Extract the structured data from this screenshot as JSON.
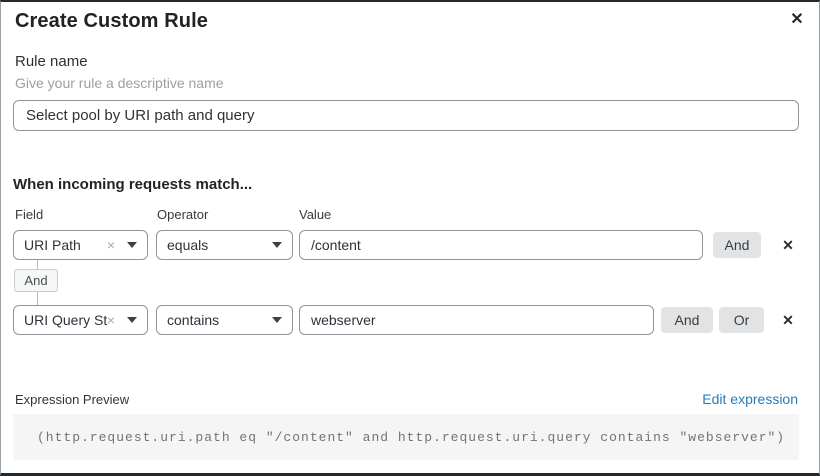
{
  "dialog": {
    "title": "Create Custom Rule"
  },
  "icons": {
    "close_glyph": "✕",
    "remove_glyph": "✕",
    "clear_glyph": "×"
  },
  "rule_name": {
    "label": "Rule name",
    "hint": "Give your rule a descriptive name",
    "value": "Select pool by URI path and query"
  },
  "match": {
    "heading": "When incoming requests match...",
    "columns": {
      "field": "Field",
      "operator": "Operator",
      "value": "Value"
    },
    "rows": [
      {
        "field": "URI Path",
        "operator": "equals",
        "value": "/content",
        "buttons": [
          "And"
        ]
      },
      {
        "field": "URI Query St...",
        "operator": "contains",
        "value": "webserver",
        "buttons": [
          "And",
          "Or"
        ]
      }
    ],
    "connector": "And"
  },
  "expression": {
    "label": "Expression Preview",
    "edit_link": "Edit expression",
    "code": "(http.request.uri.path eq \"/content\" and http.request.uri.query contains \"webserver\")"
  },
  "colors": {
    "link_blue": "#2d7bb4",
    "input_border": "#8f969c",
    "button_gray": "#e2e3e4",
    "code_background": "#f5f5f6",
    "code_text": "#717479",
    "heading_text": "#212427",
    "hint_gray": "#9ba0a5"
  }
}
